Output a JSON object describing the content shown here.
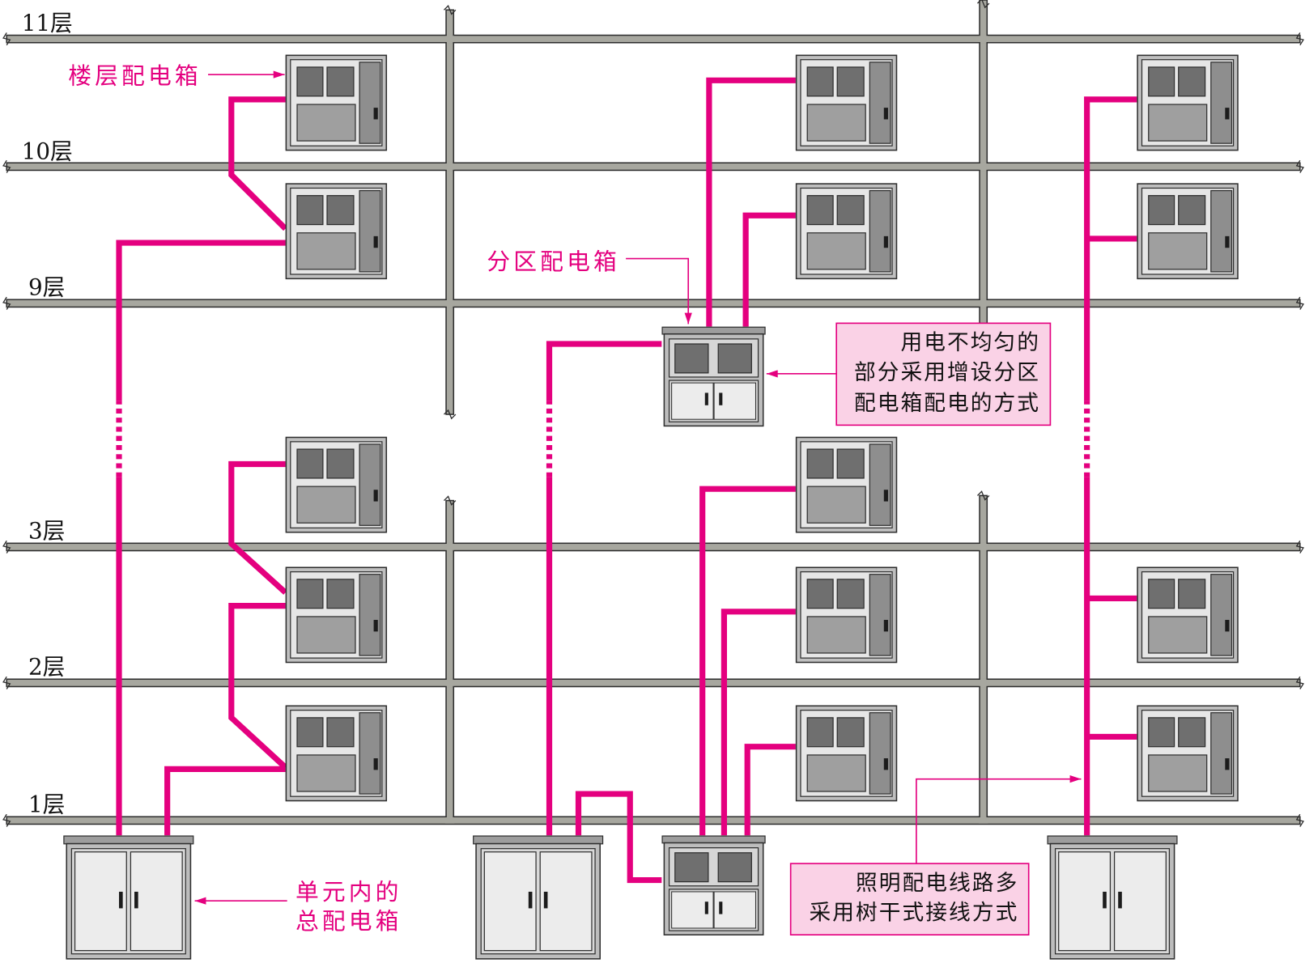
{
  "floor_labels": {
    "f11": "11层",
    "f10": "10层",
    "f9": "9层",
    "f3": "3层",
    "f2": "2层",
    "f1": "1层"
  },
  "annotations": {
    "floor_box_label": "楼层配电箱",
    "zone_box_label": "分区配电箱",
    "main_box_label": [
      "单元内的",
      "总配电箱"
    ],
    "uneven_load_callout": [
      "用电不均匀的",
      "部分采用增设分区",
      "配电箱配电的方式"
    ],
    "trunk_wiring_callout": [
      "照明配电线路多",
      "采用树干式接线方式"
    ]
  },
  "colors": {
    "wire": "#e4007f",
    "annotation": "#e4007f",
    "callout_fill": "#fad2e6",
    "structure": "#a7a79f",
    "box_dark": "#6f6f6f"
  }
}
